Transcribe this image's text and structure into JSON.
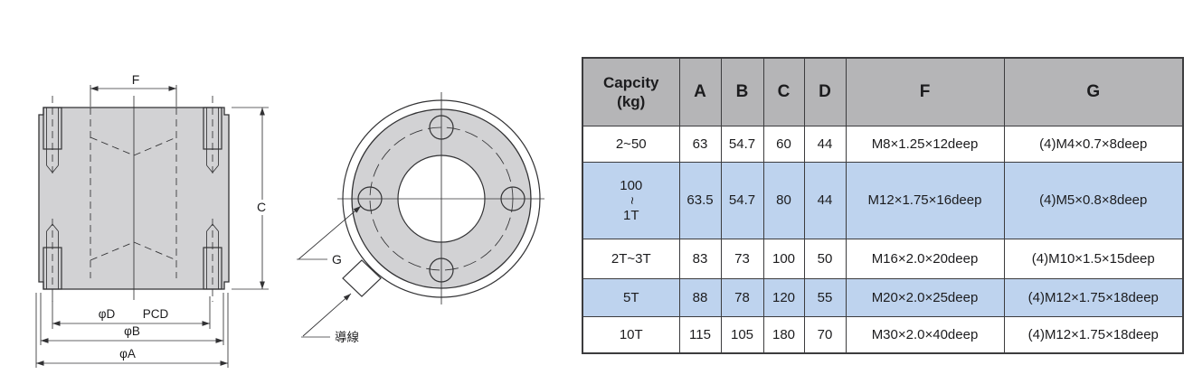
{
  "colors": {
    "background": "#ffffff",
    "table_header_bg": "#b5b5b7",
    "table_alt_row_bg": "#bed3ee",
    "table_border": "#3c3c3e",
    "diagram_fill": "#d2d2d4",
    "line_color": "#323234",
    "text_color": "#1c1c1e"
  },
  "table": {
    "header": {
      "capacity_lines": [
        "Capcity",
        "(kg)"
      ],
      "columns": [
        "A",
        "B",
        "C",
        "D",
        "F",
        "G"
      ]
    },
    "rows": [
      {
        "alt": false,
        "capacity_lines": [
          "2~50"
        ],
        "values": [
          "63",
          "54.7",
          "60",
          "44",
          "M8×1.25×12deep",
          "(4)M4×0.7×8deep"
        ]
      },
      {
        "alt": true,
        "capacity_lines": [
          "100",
          "~",
          "1T"
        ],
        "values": [
          "63.5",
          "54.7",
          "80",
          "44",
          "M12×1.75×16deep",
          "(4)M5×0.8×8deep"
        ]
      },
      {
        "alt": false,
        "capacity_lines": [
          "2T~3T"
        ],
        "values": [
          "83",
          "73",
          "100",
          "50",
          "M16×2.0×20deep",
          "(4)M10×1.5×15deep"
        ]
      },
      {
        "alt": true,
        "capacity_lines": [
          "5T"
        ],
        "values": [
          "88",
          "78",
          "120",
          "55",
          "M20×2.0×25deep",
          "(4)M12×1.75×18deep"
        ]
      },
      {
        "alt": false,
        "capacity_lines": [
          "10T"
        ],
        "values": [
          "115",
          "105",
          "180",
          "70",
          "M30×2.0×40deep",
          "(4)M12×1.75×18deep"
        ]
      }
    ]
  },
  "front_view": {
    "labels": {
      "f": "F",
      "c": "C",
      "d": "φD",
      "pcd": "PCD",
      "b": "φB",
      "a": "φA"
    }
  },
  "top_view": {
    "labels": {
      "g": "G",
      "lead_wire": "導線"
    }
  }
}
